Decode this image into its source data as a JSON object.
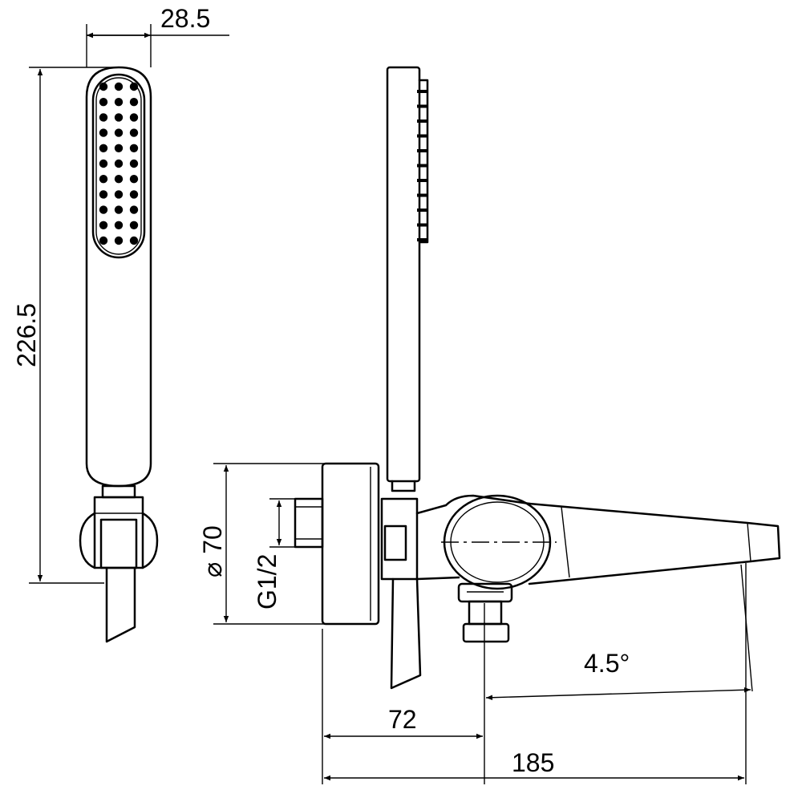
{
  "dimensions": {
    "handshower_width": "28.5",
    "handshower_length": "226.5",
    "rosette_diameter_symbol": "⌀",
    "rosette_diameter": "70",
    "connection_thread": "G1/2",
    "spout_angle": "4.5°",
    "depth_to_outlet": "72",
    "total_projection": "185"
  }
}
